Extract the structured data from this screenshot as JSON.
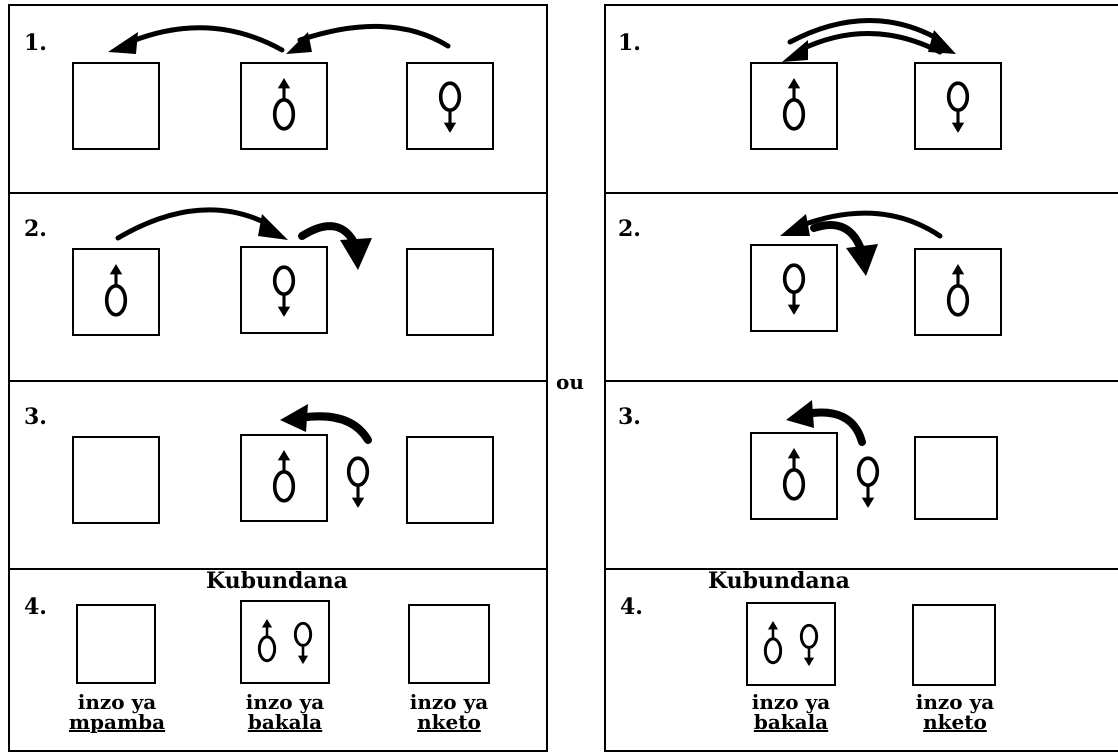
{
  "left_panel": {
    "steps": [
      {
        "label": "1."
      },
      {
        "label": "2."
      },
      {
        "label": "3."
      },
      {
        "label": "4.",
        "title": "Kubundana"
      }
    ],
    "captions": [
      {
        "line1": "inzo ya",
        "line2": "mpamba"
      },
      {
        "line1": "inzo ya",
        "line2": "bakala"
      },
      {
        "line1": "inzo ya",
        "line2": "nketo"
      }
    ]
  },
  "connector": {
    "text": "ou"
  },
  "right_panel": {
    "steps": [
      {
        "label": "1."
      },
      {
        "label": "2."
      },
      {
        "label": "3."
      },
      {
        "label": "4.",
        "title": "Kubundana"
      }
    ],
    "captions": [
      {
        "line1": "inzo ya",
        "line2": "bakala"
      },
      {
        "line1": "inzo ya",
        "line2": "nketo"
      }
    ]
  },
  "icons": {
    "male": "male-symbol-icon",
    "female": "female-symbol-icon",
    "arrow": "curved-arrow-icon"
  }
}
